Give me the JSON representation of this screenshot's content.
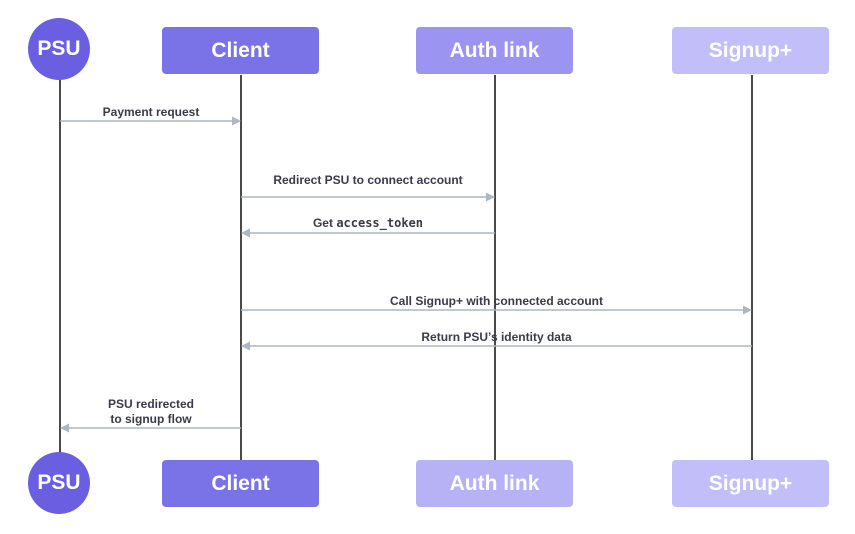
{
  "colors": {
    "psu": "#6a5fe0",
    "client": "#7a73e8",
    "auth_link_top": "#9b94f0",
    "auth_link_bottom": "#b7b2f6",
    "signup_top": "#c2befa",
    "signup_bottom": "#c2befa",
    "arrow": "#aeb6c2",
    "lifeline": "#4a4a4a"
  },
  "actors": {
    "psu": "PSU",
    "client": "Client",
    "auth_link": "Auth link",
    "signup": "Signup+"
  },
  "messages": [
    {
      "lines": [
        "Payment request"
      ],
      "from": "psu",
      "to": "client"
    },
    {
      "lines": [
        "Redirect PSU to connect account"
      ],
      "from": "client",
      "to": "auth_link"
    },
    {
      "lines": [
        "Get access_token"
      ],
      "from": "auth_link",
      "to": "client",
      "mono": "access_token"
    },
    {
      "lines": [
        "Call Signup+ with connected account"
      ],
      "from": "client",
      "to": "signup"
    },
    {
      "lines": [
        "Return PSU’s identity data"
      ],
      "from": "signup",
      "to": "client"
    },
    {
      "lines": [
        "PSU redirected",
        "to signup flow"
      ],
      "from": "client",
      "to": "psu"
    }
  ]
}
